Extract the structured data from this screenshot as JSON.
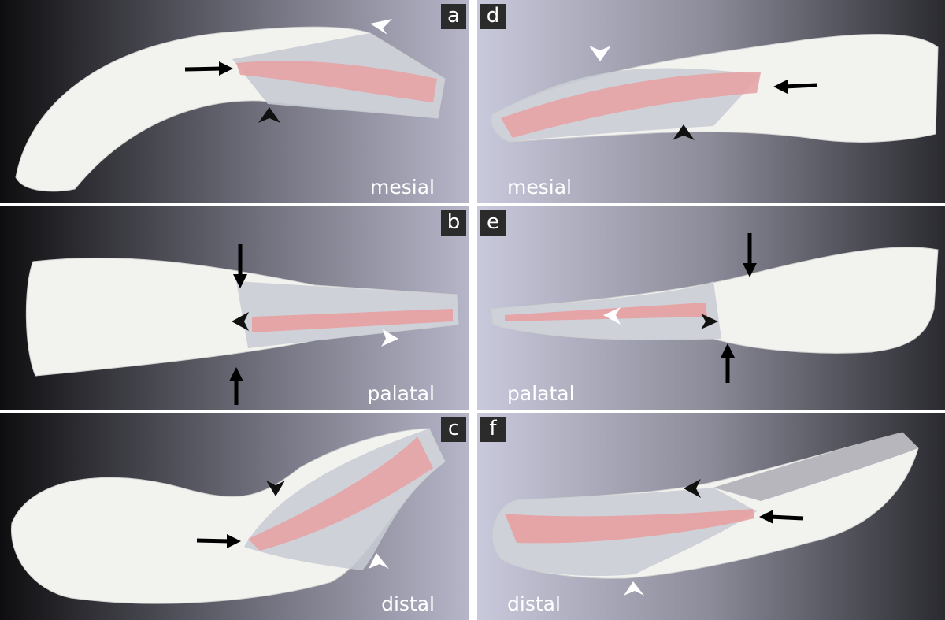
{
  "figure": {
    "panels": [
      {
        "id": "a",
        "label": "a",
        "view": "mesial"
      },
      {
        "id": "b",
        "label": "b",
        "view": "palatal"
      },
      {
        "id": "c",
        "label": "c",
        "view": "distal"
      },
      {
        "id": "d",
        "label": "d",
        "view": "mesial"
      },
      {
        "id": "e",
        "label": "e",
        "view": "palatal"
      },
      {
        "id": "f",
        "label": "f",
        "view": "distal"
      }
    ],
    "colors": {
      "tooth": "#f2f2ef",
      "canal": "#e8a0a2",
      "cut_face": "#c8ccd3",
      "arrow": "#000000",
      "background_dark": "#0e0e10",
      "background_light": "#b7b6c9"
    }
  }
}
